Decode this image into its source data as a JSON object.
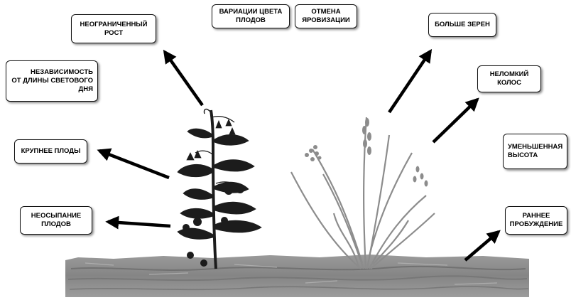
{
  "labels": {
    "unlimited_growth": "НЕОГРАНИЧЕННЫЙ\nРОСТ",
    "fruit_color": "ВАРИАЦИИ ЦВЕТА\nПЛОДОВ",
    "vernalization": "ОТМЕНА\nЯРОВИЗАЦИИ",
    "more_grains": "БОЛЬШЕ ЗЕРЕН",
    "photoperiod": "НЕЗАВИСИМОСТЬ\nОТ ДЛИНЫ СВЕТОВОГО\nДНЯ",
    "non_brittle": "НЕЛОМКИЙ\nКОЛОС",
    "bigger_fruits": "КРУПНЕЕ ПЛОДЫ",
    "reduced_height": "УМЕНЬШЕННАЯ\nВЫСОТА",
    "no_shattering": "НЕОСЫПАНИЕ\nПЛОДОВ",
    "early_awakening": "РАННЕЕ\nПРОБУЖДЕНИЕ"
  },
  "colors": {
    "soil": "#8a8a8a",
    "soil_dark": "#5e5e5e",
    "plant_dark": "#1c1c1c",
    "grass": "#9a9a9a",
    "arrow": "#000000"
  }
}
